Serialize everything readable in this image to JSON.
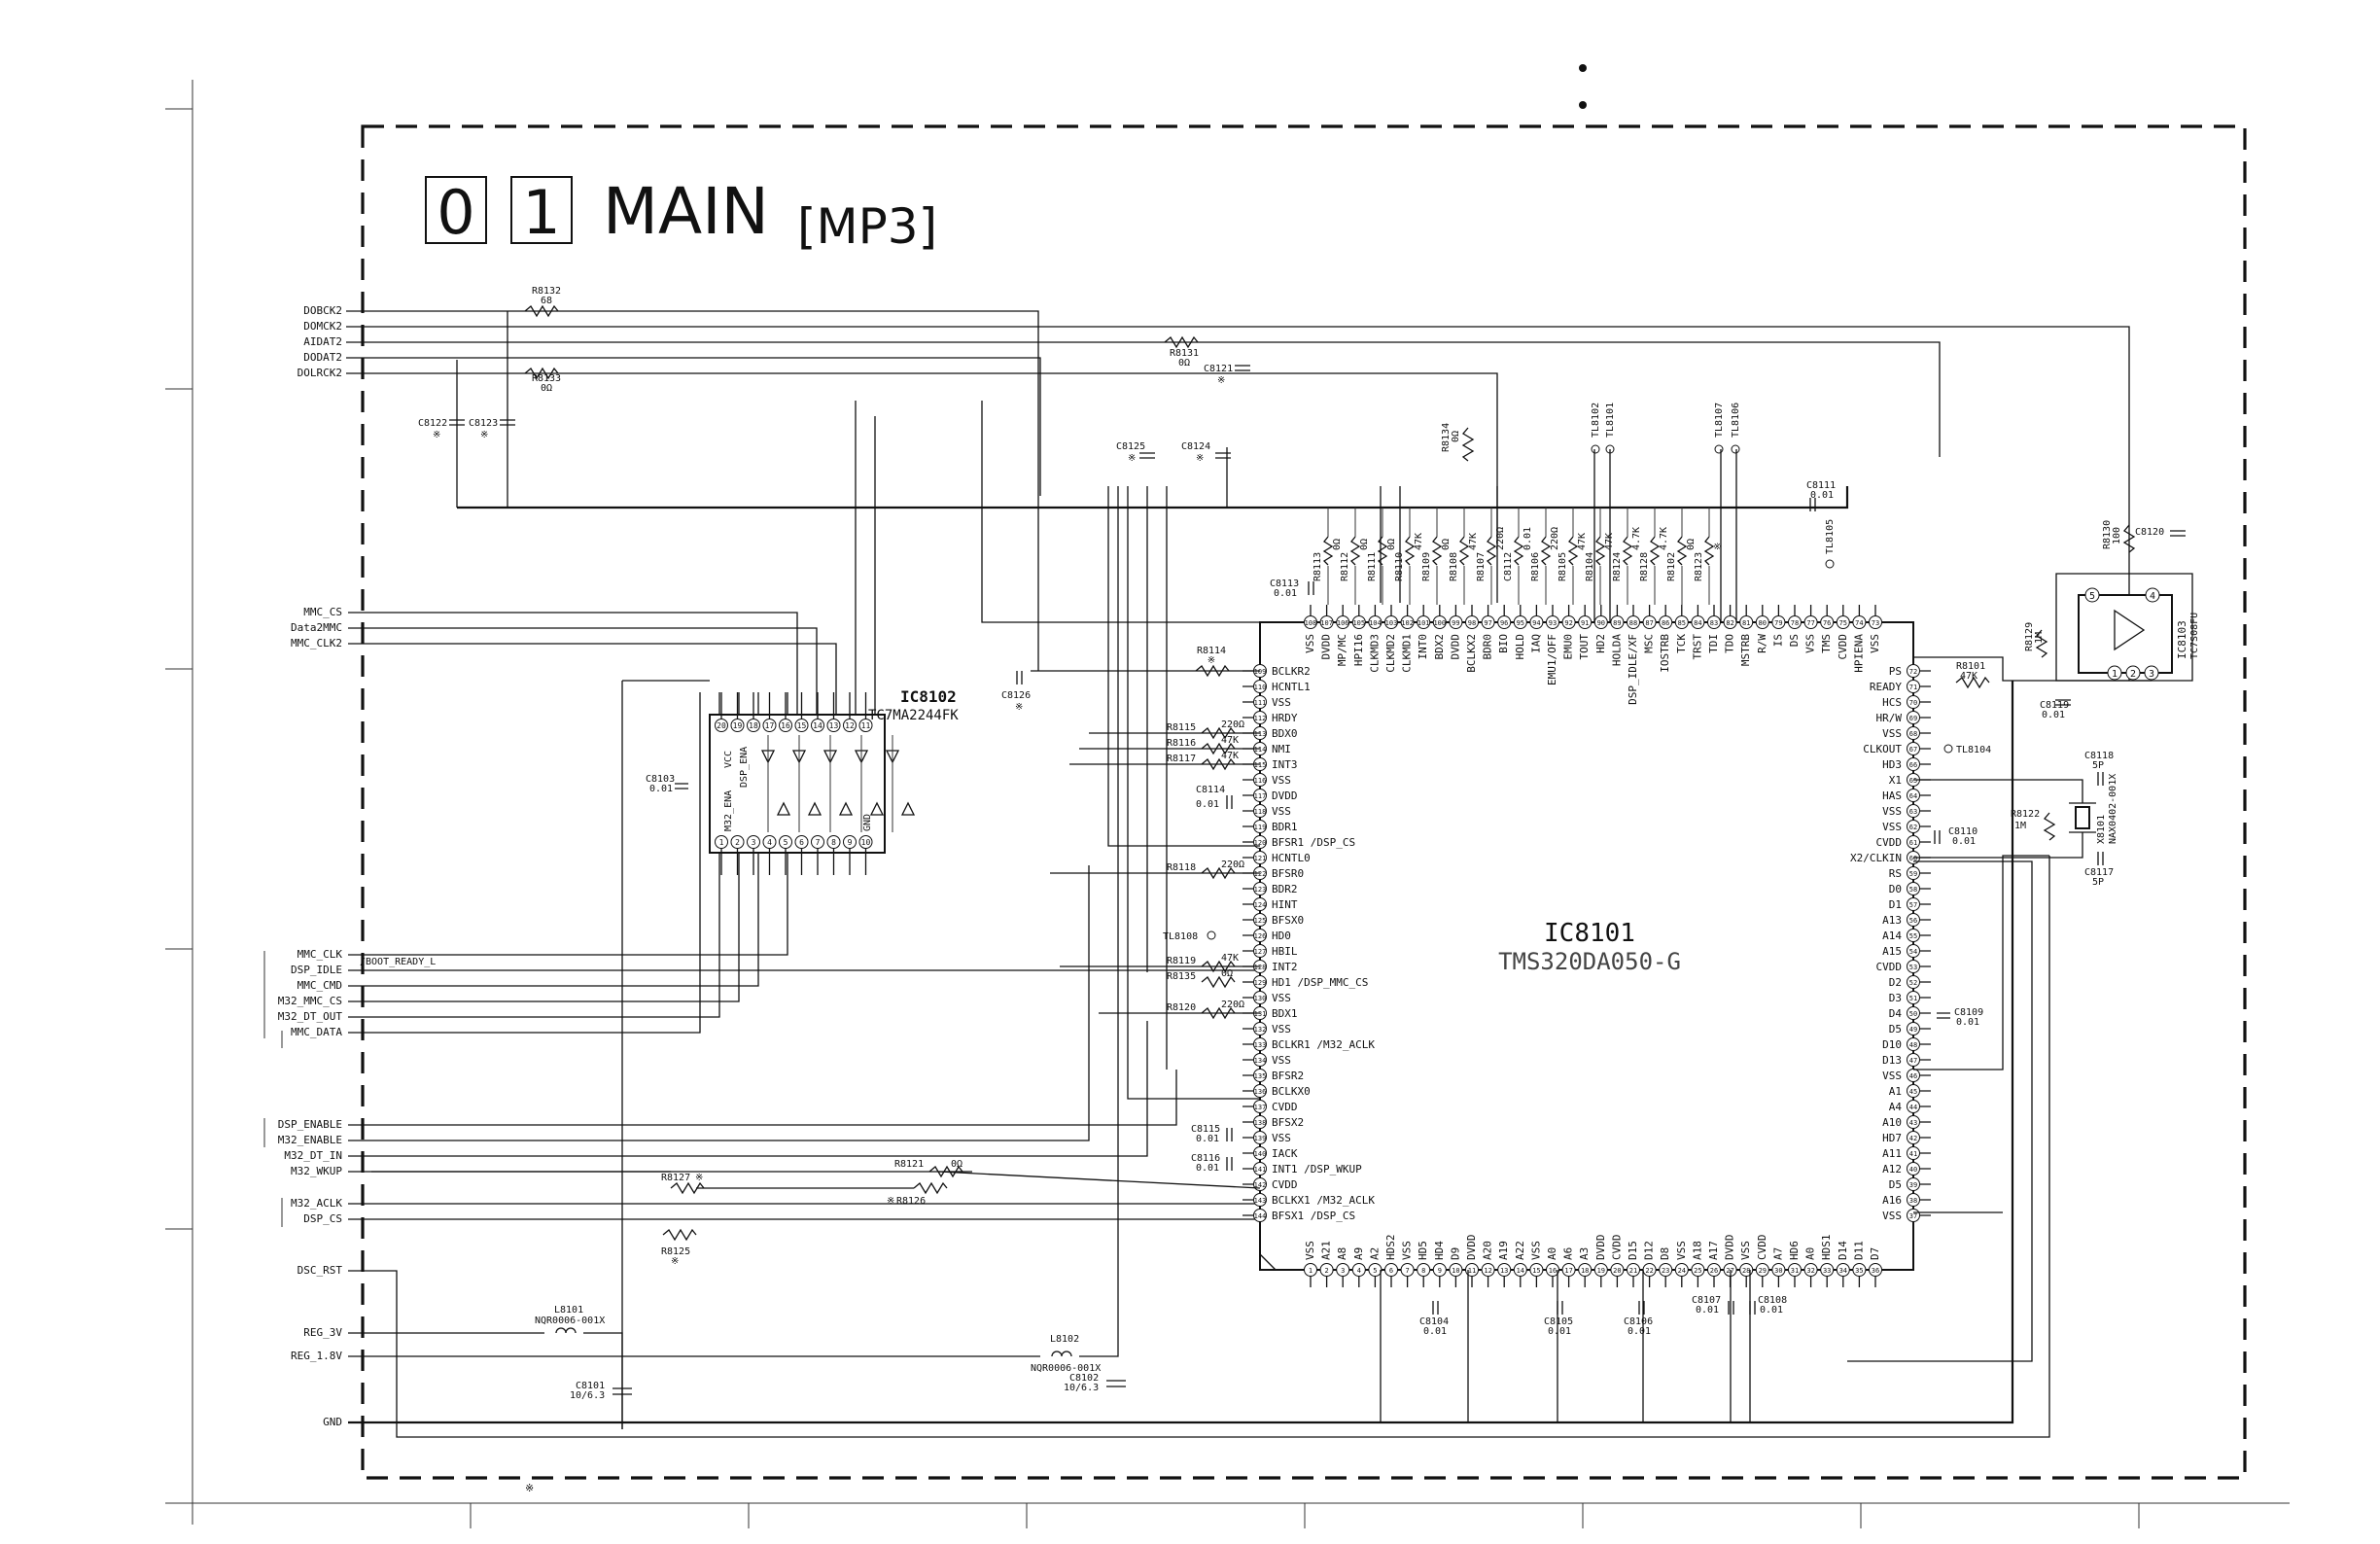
{
  "title": {
    "box1": "0",
    "box2": "1",
    "main": "MAIN",
    "variant": "[MP3]"
  },
  "top_connector": {
    "signals": [
      "DOBCK2",
      "DOMCK2",
      "AIDAT2",
      "DODAT2",
      "DOLRCK2"
    ]
  },
  "left_connector_a": {
    "signals": [
      "MMC_CS",
      "Data2MMC",
      "MMC_CLK2"
    ]
  },
  "left_connector_b": {
    "signals": [
      "MMC_CLK",
      "DSP_IDLE",
      "MMC_CMD",
      "M32_MMC_CS",
      "M32_DT_OUT",
      "MMC_DATA"
    ],
    "note": "/BOOT_READY_L"
  },
  "left_connector_c": {
    "signals": [
      "DSP_ENABLE",
      "M32_ENABLE",
      "M32_DT_IN",
      "M32_WKUP",
      "M32_ACLK",
      "DSP_CS"
    ]
  },
  "power_connector": {
    "signals": [
      "DSC_RST",
      "REG_3V",
      "REG_1.8V",
      "GND"
    ]
  },
  "ic8101": {
    "ref": "IC8101",
    "part": "TMS320DA050-G",
    "left_pins": [
      {
        "n": "109",
        "name": "BCLKR2"
      },
      {
        "n": "110",
        "name": "HCNTL1"
      },
      {
        "n": "111",
        "name": "VSS"
      },
      {
        "n": "112",
        "name": "HRDY"
      },
      {
        "n": "113",
        "name": "BDX0"
      },
      {
        "n": "114",
        "name": "NMI"
      },
      {
        "n": "115",
        "name": "INT3"
      },
      {
        "n": "116",
        "name": "VSS"
      },
      {
        "n": "117",
        "name": "DVDD"
      },
      {
        "n": "118",
        "name": "VSS"
      },
      {
        "n": "119",
        "name": "BDR1"
      },
      {
        "n": "120",
        "name": "BFSR1 /DSP_CS"
      },
      {
        "n": "121",
        "name": "HCNTL0"
      },
      {
        "n": "122",
        "name": "BFSR0"
      },
      {
        "n": "123",
        "name": "BDR2"
      },
      {
        "n": "124",
        "name": "HINT"
      },
      {
        "n": "125",
        "name": "BFSX0"
      },
      {
        "n": "126",
        "name": "HD0"
      },
      {
        "n": "127",
        "name": "HBIL"
      },
      {
        "n": "128",
        "name": "INT2"
      },
      {
        "n": "129",
        "name": "HD1 /DSP_MMC_CS"
      },
      {
        "n": "130",
        "name": "VSS"
      },
      {
        "n": "131",
        "name": "BDX1"
      },
      {
        "n": "132",
        "name": "VSS"
      },
      {
        "n": "133",
        "name": "BCLKR1 /M32_ACLK"
      },
      {
        "n": "134",
        "name": "VSS"
      },
      {
        "n": "135",
        "name": "BFSR2"
      },
      {
        "n": "136",
        "name": "BCLKX0"
      },
      {
        "n": "137",
        "name": "CVDD"
      },
      {
        "n": "138",
        "name": "BFSX2"
      },
      {
        "n": "139",
        "name": "VSS"
      },
      {
        "n": "140",
        "name": "IACK"
      },
      {
        "n": "141",
        "name": "INT1 /DSP_WKUP"
      },
      {
        "n": "142",
        "name": "CVDD"
      },
      {
        "n": "143",
        "name": "BCLKX1 /M32_ACLK"
      },
      {
        "n": "144",
        "name": "BFSX1 /DSP_CS"
      }
    ],
    "right_pins": [
      {
        "n": "72",
        "name": "PS"
      },
      {
        "n": "71",
        "name": "READY"
      },
      {
        "n": "70",
        "name": "HCS"
      },
      {
        "n": "69",
        "name": "HR/W"
      },
      {
        "n": "68",
        "name": "VSS"
      },
      {
        "n": "67",
        "name": "CLKOUT"
      },
      {
        "n": "66",
        "name": "HD3"
      },
      {
        "n": "65",
        "name": "X1"
      },
      {
        "n": "64",
        "name": "HAS"
      },
      {
        "n": "63",
        "name": "VSS"
      },
      {
        "n": "62",
        "name": "VSS"
      },
      {
        "n": "61",
        "name": "CVDD"
      },
      {
        "n": "60",
        "name": "X2/CLKIN"
      },
      {
        "n": "59",
        "name": "RS"
      },
      {
        "n": "58",
        "name": "D0"
      },
      {
        "n": "57",
        "name": "D1"
      },
      {
        "n": "56",
        "name": "A13"
      },
      {
        "n": "55",
        "name": "A14"
      },
      {
        "n": "54",
        "name": "A15"
      },
      {
        "n": "53",
        "name": "CVDD"
      },
      {
        "n": "52",
        "name": "D2"
      },
      {
        "n": "51",
        "name": "D3"
      },
      {
        "n": "50",
        "name": "D4"
      },
      {
        "n": "49",
        "name": "D5"
      },
      {
        "n": "48",
        "name": "D10"
      },
      {
        "n": "47",
        "name": "D13"
      },
      {
        "n": "46",
        "name": "VSS"
      },
      {
        "n": "45",
        "name": "A1"
      },
      {
        "n": "44",
        "name": "A4"
      },
      {
        "n": "43",
        "name": "A10"
      },
      {
        "n": "42",
        "name": "HD7"
      },
      {
        "n": "41",
        "name": "A11"
      },
      {
        "n": "40",
        "name": "A12"
      },
      {
        "n": "39",
        "name": "D5"
      },
      {
        "n": "38",
        "name": "A16"
      },
      {
        "n": "37",
        "name": "VSS"
      }
    ],
    "top_pins": [
      {
        "n": "108",
        "name": "VSS"
      },
      {
        "n": "107",
        "name": "DVDD"
      },
      {
        "n": "106",
        "name": "MP/MC"
      },
      {
        "n": "105",
        "name": "HPI16"
      },
      {
        "n": "104",
        "name": "CLKMD3"
      },
      {
        "n": "103",
        "name": "CLKMD2"
      },
      {
        "n": "102",
        "name": "CLKMD1"
      },
      {
        "n": "101",
        "name": "INT0"
      },
      {
        "n": "100",
        "name": "BDX2"
      },
      {
        "n": "99",
        "name": "DVDD"
      },
      {
        "n": "98",
        "name": "BCLKX2"
      },
      {
        "n": "97",
        "name": "BDR0"
      },
      {
        "n": "96",
        "name": "BIO"
      },
      {
        "n": "95",
        "name": "HOLD"
      },
      {
        "n": "94",
        "name": "IAQ"
      },
      {
        "n": "93",
        "name": "EMU1/OFF"
      },
      {
        "n": "92",
        "name": "EMU0"
      },
      {
        "n": "91",
        "name": "TOUT"
      },
      {
        "n": "90",
        "name": "HD2"
      },
      {
        "n": "89",
        "name": "HOLDA"
      },
      {
        "n": "88",
        "name": "DSP_IDLE/XF"
      },
      {
        "n": "87",
        "name": "MSC"
      },
      {
        "n": "86",
        "name": "IOSTRB"
      },
      {
        "n": "85",
        "name": "TCK"
      },
      {
        "n": "84",
        "name": "TRST"
      },
      {
        "n": "83",
        "name": "TDI"
      },
      {
        "n": "82",
        "name": "TDO"
      },
      {
        "n": "81",
        "name": "MSTRB"
      },
      {
        "n": "80",
        "name": "R/W"
      },
      {
        "n": "79",
        "name": "IS"
      },
      {
        "n": "78",
        "name": "DS"
      },
      {
        "n": "77",
        "name": "VSS"
      },
      {
        "n": "76",
        "name": "TMS"
      },
      {
        "n": "75",
        "name": "CVDD"
      },
      {
        "n": "74",
        "name": "HPIENA"
      },
      {
        "n": "73",
        "name": "VSS"
      }
    ],
    "bottom_pins": [
      {
        "n": "1",
        "name": "VSS"
      },
      {
        "n": "2",
        "name": "A21"
      },
      {
        "n": "3",
        "name": "A8"
      },
      {
        "n": "4",
        "name": "A9"
      },
      {
        "n": "5",
        "name": "A2"
      },
      {
        "n": "6",
        "name": "HDS2"
      },
      {
        "n": "7",
        "name": "VSS"
      },
      {
        "n": "8",
        "name": "HD5"
      },
      {
        "n": "9",
        "name": "HD4"
      },
      {
        "n": "10",
        "name": "D9"
      },
      {
        "n": "11",
        "name": "DVDD"
      },
      {
        "n": "12",
        "name": "A20"
      },
      {
        "n": "13",
        "name": "A19"
      },
      {
        "n": "14",
        "name": "A22"
      },
      {
        "n": "15",
        "name": "VSS"
      },
      {
        "n": "16",
        "name": "A0"
      },
      {
        "n": "17",
        "name": "A6"
      },
      {
        "n": "18",
        "name": "A3"
      },
      {
        "n": "19",
        "name": "DVDD"
      },
      {
        "n": "20",
        "name": "CVDD"
      },
      {
        "n": "21",
        "name": "D15"
      },
      {
        "n": "22",
        "name": "D12"
      },
      {
        "n": "23",
        "name": "D8"
      },
      {
        "n": "24",
        "name": "VSS"
      },
      {
        "n": "25",
        "name": "A18"
      },
      {
        "n": "26",
        "name": "A17"
      },
      {
        "n": "27",
        "name": "DVDD"
      },
      {
        "n": "28",
        "name": "VSS"
      },
      {
        "n": "29",
        "name": "CVDD"
      },
      {
        "n": "30",
        "name": "A7"
      },
      {
        "n": "31",
        "name": "HD6"
      },
      {
        "n": "32",
        "name": "A0"
      },
      {
        "n": "33",
        "name": "HDS1"
      },
      {
        "n": "34",
        "name": "D14"
      },
      {
        "n": "35",
        "name": "D11"
      },
      {
        "n": "36",
        "name": "D7"
      }
    ]
  },
  "ic8102": {
    "ref": "IC8102",
    "part": "TC7MA2244FK",
    "top_pins": [
      "20",
      "19",
      "18",
      "17",
      "16",
      "15",
      "14",
      "13",
      "12",
      "11"
    ],
    "bottom_pins": [
      "1",
      "2",
      "3",
      "4",
      "5",
      "6",
      "7",
      "8",
      "9",
      "10"
    ],
    "labels": [
      "VCC",
      "DSP_ENA",
      "M32_ENA",
      "GND"
    ]
  },
  "ic8103": {
    "ref": "IC8103",
    "part": "TC7S08FU",
    "pins": [
      "5",
      "4",
      "1",
      "2",
      "3"
    ]
  },
  "crystal": {
    "ref": "X8101",
    "part": "NAX0402-001X"
  },
  "resistors": {
    "r8132": {
      "ref": "R8132",
      "value": "68"
    },
    "r8133": {
      "ref": "R8133",
      "value": "0Ω"
    },
    "r8131": {
      "ref": "R8131",
      "value": "0Ω"
    },
    "r8134": {
      "ref": "R8134",
      "value": "0Ω"
    },
    "r8114": {
      "ref": "R8114",
      "value": "※"
    },
    "r8115": {
      "ref": "R8115",
      "value": "220Ω"
    },
    "r8116": {
      "ref": "R8116",
      "value": "47K"
    },
    "r8117": {
      "ref": "R8117",
      "value": "47K"
    },
    "r8118": {
      "ref": "R8118",
      "value": "220Ω"
    },
    "r8119": {
      "ref": "R8119",
      "value": "47K"
    },
    "r8135": {
      "ref": "R8135",
      "value": "0Ω"
    },
    "r8120": {
      "ref": "R8120",
      "value": "220Ω"
    },
    "r8121": {
      "ref": "R8121",
      "value": "0Ω"
    },
    "r8127": {
      "ref": "R8127",
      "value": "※"
    },
    "r8126": {
      "ref": "R8126",
      "value": "※"
    },
    "r8125": {
      "ref": "R8125",
      "value": "※"
    },
    "r8101": {
      "ref": "R8101",
      "value": "47K"
    },
    "r8122": {
      "ref": "R8122",
      "value": "1M"
    },
    "r8129": {
      "ref": "R8129",
      "value": "1M"
    },
    "r8130": {
      "ref": "R8130",
      "value": "100"
    }
  },
  "top_resistor_bank": [
    {
      "ref": "R8113",
      "value": "0Ω"
    },
    {
      "ref": "R8112",
      "value": "0Ω"
    },
    {
      "ref": "R8111",
      "value": "0Ω"
    },
    {
      "ref": "R8110",
      "value": "47K"
    },
    {
      "ref": "R8109",
      "value": "0Ω"
    },
    {
      "ref": "R8108",
      "value": "47K"
    },
    {
      "ref": "R8107",
      "value": "220Ω"
    },
    {
      "ref": "C8112",
      "value": "0.01"
    },
    {
      "ref": "R8106",
      "value": "220Ω"
    },
    {
      "ref": "R8105",
      "value": "47K"
    },
    {
      "ref": "R8104",
      "value": "47K"
    },
    {
      "ref": "R8124",
      "value": "4.7K"
    },
    {
      "ref": "R8128",
      "value": "4.7K"
    },
    {
      "ref": "R8102",
      "value": "0Ω"
    },
    {
      "ref": "R8123",
      "value": "※"
    }
  ],
  "capacitors": {
    "c8122": {
      "ref": "C8122",
      "value": "※"
    },
    "c8123": {
      "ref": "C8123",
      "value": "※"
    },
    "c8121": {
      "ref": "C8121",
      "value": "※"
    },
    "c8125": {
      "ref": "C8125",
      "value": "※"
    },
    "c8124": {
      "ref": "C8124",
      "value": "※"
    },
    "c8113": {
      "ref": "C8113",
      "value": "0.01"
    },
    "c8111": {
      "ref": "C8111",
      "value": "0.01"
    },
    "c8120": {
      "ref": "C8120",
      "value": ""
    },
    "c8126": {
      "ref": "C8126",
      "value": "※"
    },
    "c8103": {
      "ref": "C8103",
      "value": "0.01"
    },
    "c8114": {
      "ref": "C8114",
      "value": "0.01"
    },
    "c8115": {
      "ref": "C8115",
      "value": "0.01"
    },
    "c8116": {
      "ref": "C8116",
      "value": "0.01"
    },
    "c8119": {
      "ref": "C8119",
      "value": "0.01"
    },
    "c8118": {
      "ref": "C8118",
      "value": "5P"
    },
    "c8117": {
      "ref": "C8117",
      "value": "5P"
    },
    "c8110": {
      "ref": "C8110",
      "value": "0.01"
    },
    "c8109": {
      "ref": "C8109",
      "value": "0.01"
    },
    "c8104": {
      "ref": "C8104",
      "value": "0.01"
    },
    "c8105": {
      "ref": "C8105",
      "value": "0.01"
    },
    "c8106": {
      "ref": "C8106",
      "value": "0.01"
    },
    "c8107": {
      "ref": "C8107",
      "value": "0.01"
    },
    "c8108": {
      "ref": "C8108",
      "value": "0.01"
    },
    "c8101": {
      "ref": "C8101",
      "value": "10/6.3"
    },
    "c8102": {
      "ref": "C8102",
      "value": "10/6.3"
    }
  },
  "inductors": {
    "l8101": {
      "ref": "L8101",
      "part": "NQR0006-001X"
    },
    "l8102": {
      "ref": "L8102",
      "part": "NQR0006-001X"
    }
  },
  "test_points": {
    "tl8102": "TL8102",
    "tl8101": "TL8101",
    "tl8107": "TL8107",
    "tl8106": "TL8106",
    "tl8105": "TL8105",
    "tl8104": "TL8104",
    "tl8108": "TL8108"
  },
  "footnote_mark": "※"
}
